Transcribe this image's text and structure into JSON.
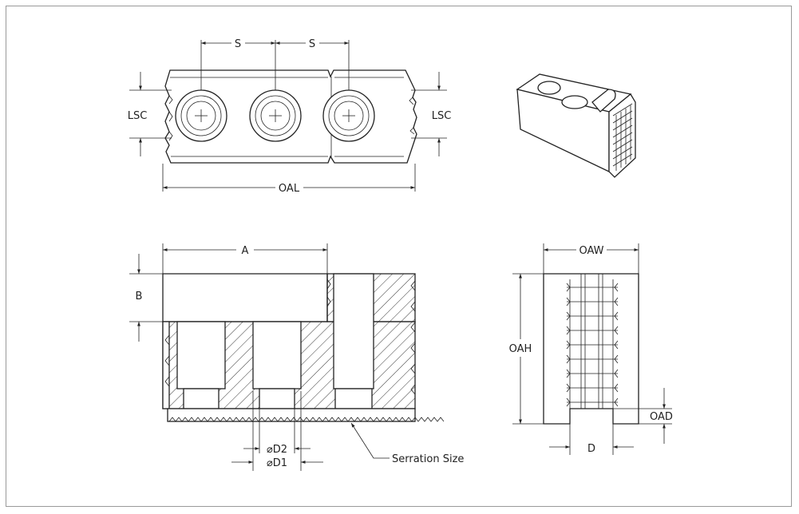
{
  "labels": {
    "s_left": "S",
    "s_right": "S",
    "lsc_left": "LSC",
    "lsc_right": "LSC",
    "oal": "OAL",
    "a": "A",
    "b": "B",
    "d2": "⌀D2",
    "d1": "⌀D1",
    "serration": "Serration Size",
    "oaw": "OAW",
    "oah": "OAH",
    "oad": "OAD",
    "d": "D"
  },
  "colors": {
    "line": "#222222",
    "frame": "#9a9a9a",
    "background": "#ffffff"
  }
}
